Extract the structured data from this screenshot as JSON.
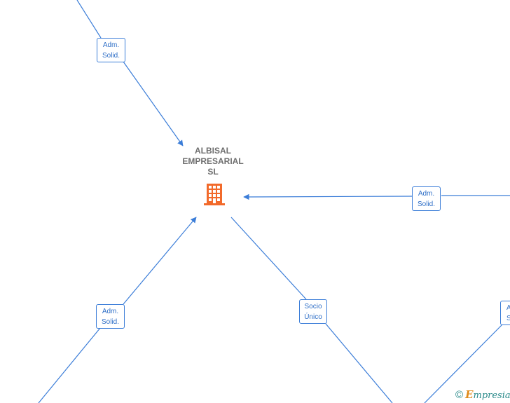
{
  "company": {
    "name_lines": [
      "ALBISAL",
      "EMPRESARIAL",
      "SL"
    ],
    "icon": "building-icon",
    "icon_color": "#f26a2b"
  },
  "relations": [
    {
      "id": "top-left",
      "lines": [
        "Adm.",
        "Solid."
      ]
    },
    {
      "id": "right",
      "lines": [
        "Adm.",
        "Solid."
      ]
    },
    {
      "id": "bottom-left",
      "lines": [
        "Adm.",
        "Solid."
      ]
    },
    {
      "id": "bottom-center",
      "lines": [
        "Socio",
        "Único"
      ]
    },
    {
      "id": "bottom-right",
      "lines": [
        "A",
        "S"
      ]
    }
  ],
  "colors": {
    "edge": "#3b7dd8",
    "label_text": "#2f6fc7",
    "title": "#6e6e6e"
  },
  "watermark": {
    "copyright": "©",
    "brand_first": "E",
    "brand_rest": "mpresia"
  }
}
